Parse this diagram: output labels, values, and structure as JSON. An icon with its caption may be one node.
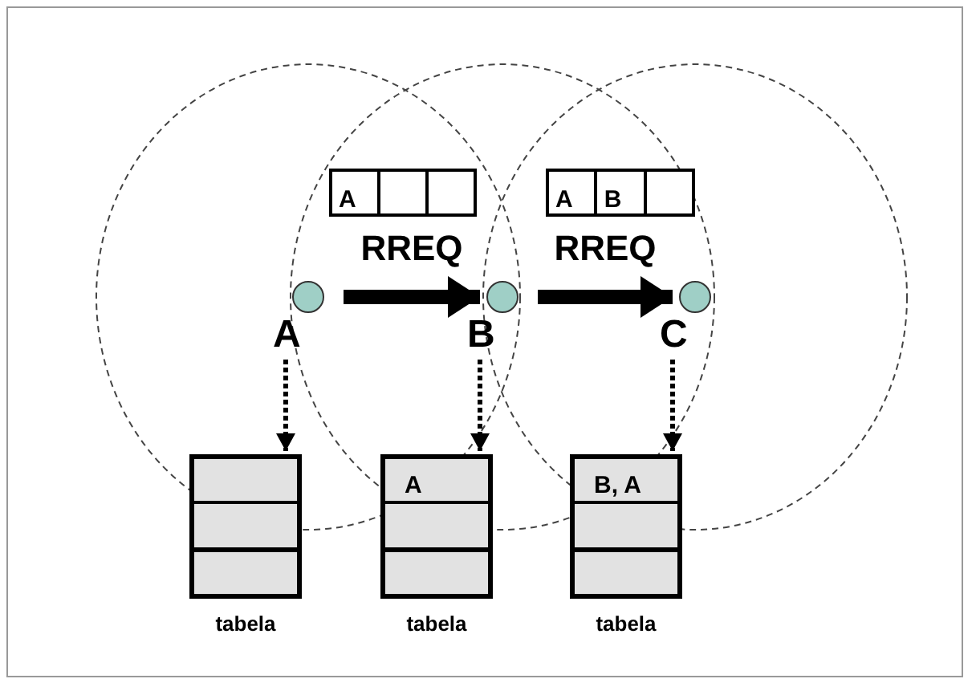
{
  "diagram": {
    "nodes": [
      {
        "text": [],
        "shape": "circle",
        "beside": [
          "A"
        ]
      },
      {
        "text": [],
        "shape": "circle",
        "beside": [
          "B"
        ]
      },
      {
        "text": [],
        "shape": "circle",
        "beside": [
          "C"
        ]
      },
      {
        "text": [],
        "shape": "box",
        "beside": [
          "tabela"
        ]
      },
      {
        "text": [
          "A"
        ],
        "beside": [
          "tabela"
        ]
      },
      {
        "text": [
          "B, A"
        ],
        "beside": [
          "tabela"
        ]
      },
      {
        "text": [
          "A"
        ]
      },
      {
        "text": [
          "A",
          "B"
        ]
      }
    ],
    "edges": [
      {
        "from": 0,
        "to": 1,
        "arrow": "to",
        "label": "RREQ",
        "style": "thick"
      },
      {
        "from": 1,
        "to": 2,
        "arrow": "to",
        "label": "RREQ",
        "style": "thick"
      },
      {
        "from": 0,
        "to": 3,
        "arrow": "to",
        "style": "dashed"
      },
      {
        "from": 1,
        "to": 4,
        "arrow": "to",
        "style": "dashed"
      },
      {
        "from": 2,
        "to": 5,
        "arrow": "to",
        "style": "dashed"
      }
    ]
  }
}
